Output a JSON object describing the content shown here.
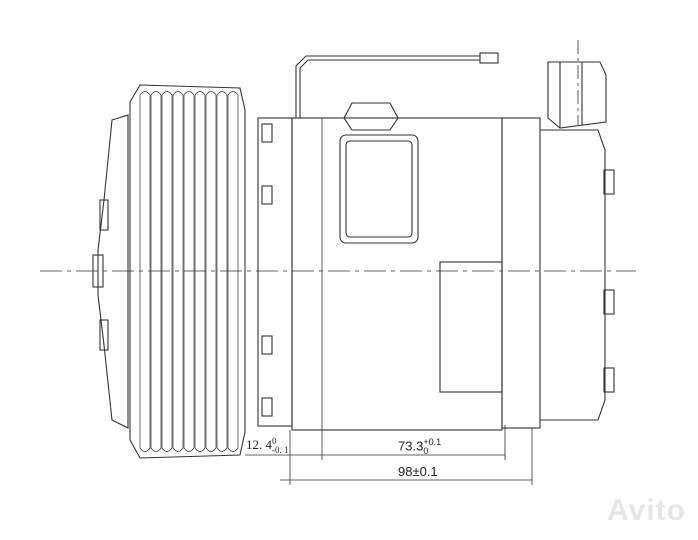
{
  "drawing": {
    "dimensions": [
      {
        "nominal": "12. 4",
        "upper": "0",
        "lower": "-0. 1"
      },
      {
        "nominal": "73.3",
        "upper": "+0.1",
        "lower": "0"
      },
      {
        "nominal": "98±0.1"
      }
    ]
  },
  "watermark": "Avito"
}
